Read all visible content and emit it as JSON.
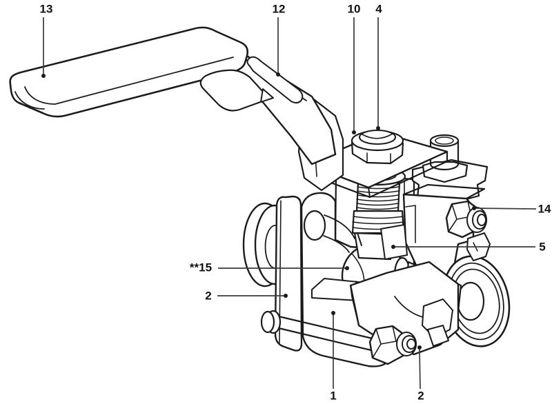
{
  "figure": {
    "kind": "technical parts diagram",
    "subject": "ball valve cutaway line illustration",
    "background_color": "#ffffff",
    "line_color": "#1b1b1b",
    "leader_line_color": "#3a3a3a",
    "label_color": "#111111"
  },
  "callouts": [
    {
      "label": "13"
    },
    {
      "label": "12"
    },
    {
      "label": "10"
    },
    {
      "label": "4"
    },
    {
      "label": "14"
    },
    {
      "label": "5"
    },
    {
      "label": "**15"
    },
    {
      "label": "2"
    },
    {
      "label": "1"
    },
    {
      "label": "2"
    }
  ]
}
